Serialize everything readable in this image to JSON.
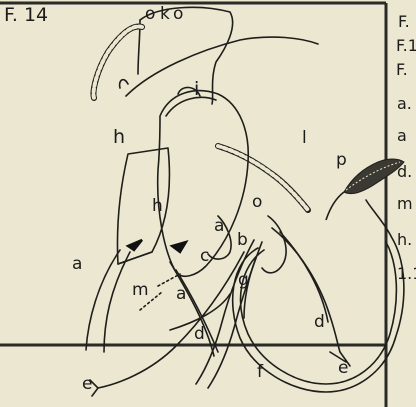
{
  "figure": {
    "title": "F. 14",
    "labels": {
      "o1": "o",
      "k": "k",
      "o2": "o",
      "i": "i",
      "l": "l",
      "h1": "h",
      "h2": "h",
      "a1": "a",
      "m": "m",
      "a2": "a",
      "c": "c",
      "b": "b",
      "o3": "o",
      "a3": "a",
      "g": "g",
      "d1": "d",
      "d2": "d",
      "p": "p",
      "f": "f",
      "e1": "e",
      "e2": "e"
    }
  },
  "side_legend": [
    "F.",
    "F.1",
    "F.",
    "a.",
    "a",
    "d.",
    "m",
    "h.",
    "1.1"
  ]
}
